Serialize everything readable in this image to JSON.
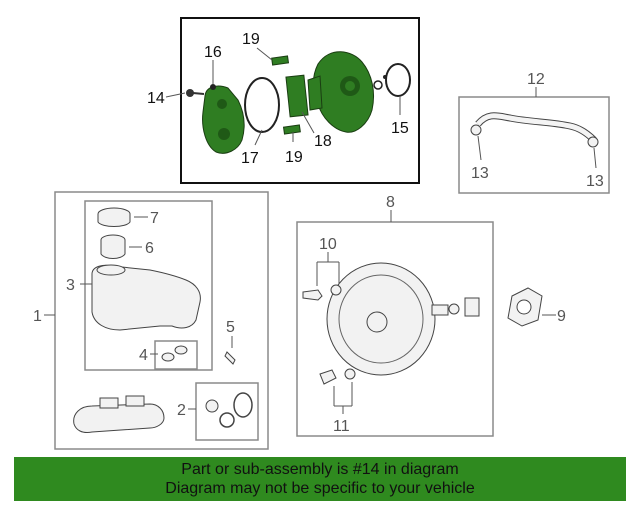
{
  "callouts": {
    "c1": "1",
    "c2": "2",
    "c3": "3",
    "c4": "4",
    "c5": "5",
    "c6": "6",
    "c7": "7",
    "c8": "8",
    "c9": "9",
    "c10": "10",
    "c11": "11",
    "c12": "12",
    "c13a": "13",
    "c13b": "13",
    "c14": "14",
    "c15": "15",
    "c16": "16",
    "c17": "17",
    "c18": "18",
    "c19a": "19",
    "c19b": "19"
  },
  "banner": {
    "line1": "Part or sub-assembly is #14 in diagram",
    "line2": "Diagram may not be specific to your vehicle"
  },
  "colors": {
    "highlight": "#2f7d22",
    "banner": "#2f8a1f"
  }
}
